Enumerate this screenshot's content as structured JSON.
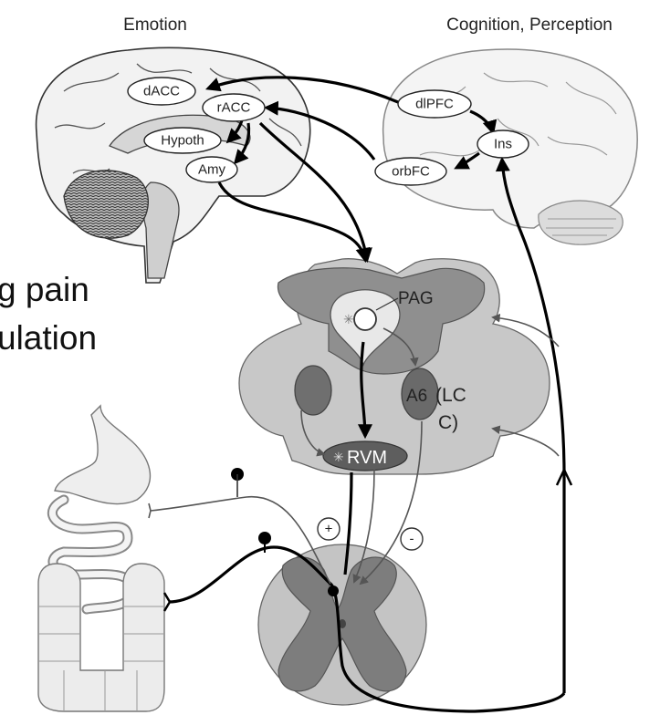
{
  "headings": {
    "emotion": "Emotion",
    "cognition": "Cognition, Perception"
  },
  "side_text": {
    "line1": "g pain",
    "line2": "ulation"
  },
  "nodes": {
    "dacc": "dACC",
    "racc": "rACC",
    "hypoth": "Hypoth",
    "amy": "Amy",
    "dlpfc": "dlPFC",
    "ins": "Ins",
    "orbfc": "orbFC",
    "pag": "PAG",
    "rvm": "RVM",
    "a6": "A6",
    "lcc_line1": "(LC",
    "lcc_line2": "C)"
  },
  "signs": {
    "plus": "+",
    "minus": "-"
  }
}
